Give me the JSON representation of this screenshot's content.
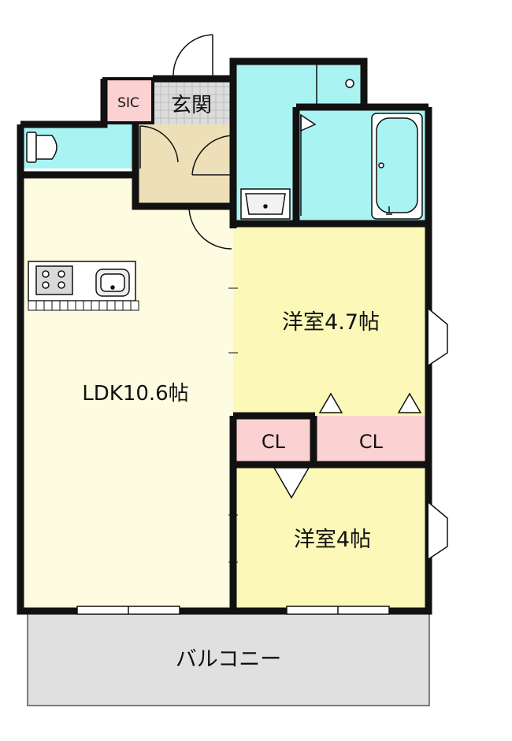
{
  "colors": {
    "wall": "#111111",
    "ldk": "#fdfbe0",
    "western": "#fbf8b8",
    "wet": "#a9f3f3",
    "closet": "#fbd1d1",
    "entry_floor": "#ede0b8",
    "genkan_tile": "#dcdcdc",
    "balcony": "#e0e0e0",
    "fixture": "#ffffff"
  },
  "rooms": {
    "ldk": "LDK10.6帖",
    "western1": "洋室4.7帖",
    "western2": "洋室4帖",
    "cl1": "CL",
    "cl2": "CL",
    "sic": "SIC",
    "entrance": "玄関",
    "balcony": "バルコニー"
  }
}
